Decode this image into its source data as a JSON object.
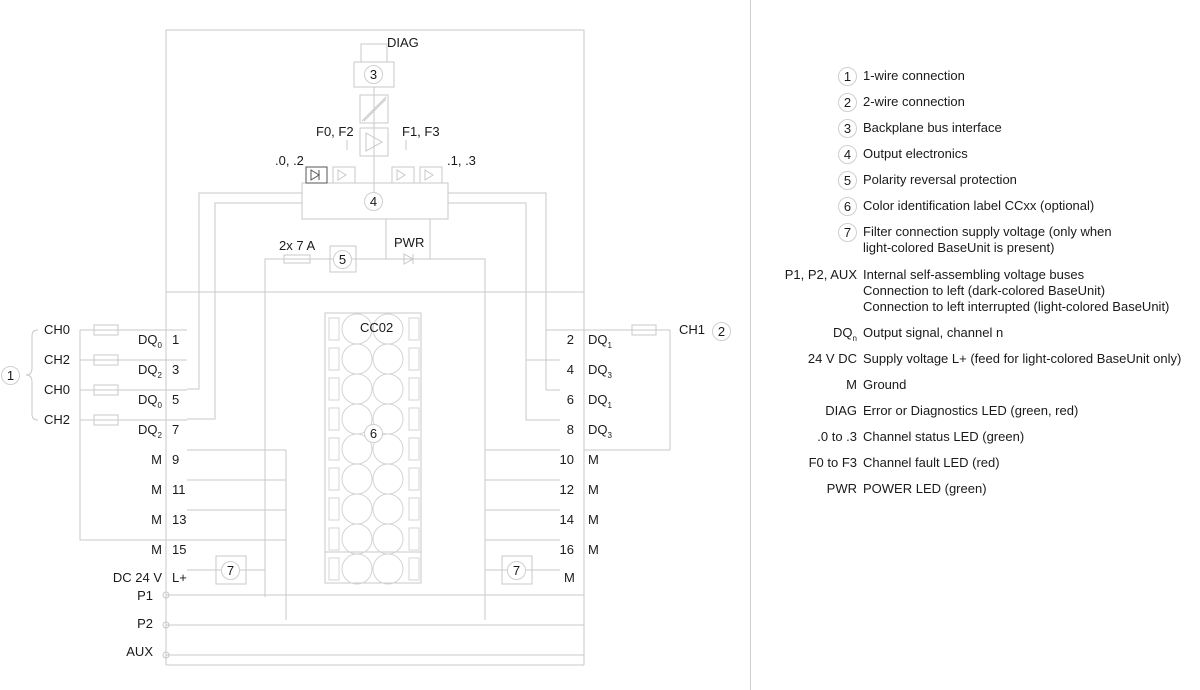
{
  "diagram": {
    "top": {
      "diag_label": "DIAG",
      "f_left_label": "F0, F2",
      "f_right_label": "F1, F3",
      "status_left_label": ".0, .2",
      "status_right_label": ".1, .3",
      "fuse_label": "2x 7 A",
      "pwr_label": "PWR",
      "color_label": "CC02"
    },
    "callouts": {
      "c1": "1",
      "c2": "2",
      "c3": "3",
      "c4": "4",
      "c5": "5",
      "c6": "6",
      "c7a": "7",
      "c7b": "7"
    },
    "left_channels": [
      "CH0",
      "CH2",
      "CH0",
      "CH2"
    ],
    "right_channel": "CH1",
    "left_terminals": [
      {
        "sig": "DQ",
        "sub": "0",
        "pin": "1"
      },
      {
        "sig": "DQ",
        "sub": "2",
        "pin": "3"
      },
      {
        "sig": "DQ",
        "sub": "0",
        "pin": "5"
      },
      {
        "sig": "DQ",
        "sub": "2",
        "pin": "7"
      },
      {
        "sig": "M",
        "sub": "",
        "pin": "9"
      },
      {
        "sig": "M",
        "sub": "",
        "pin": "11"
      },
      {
        "sig": "M",
        "sub": "",
        "pin": "13"
      },
      {
        "sig": "M",
        "sub": "",
        "pin": "15"
      },
      {
        "sig": "DC 24 V",
        "sub": "",
        "pin": "L+"
      }
    ],
    "right_terminals": [
      {
        "sig": "DQ",
        "sub": "1",
        "pin": "2"
      },
      {
        "sig": "DQ",
        "sub": "3",
        "pin": "4"
      },
      {
        "sig": "DQ",
        "sub": "1",
        "pin": "6"
      },
      {
        "sig": "DQ",
        "sub": "3",
        "pin": "8"
      },
      {
        "sig": "M",
        "sub": "",
        "pin": "10"
      },
      {
        "sig": "M",
        "sub": "",
        "pin": "12"
      },
      {
        "sig": "M",
        "sub": "",
        "pin": "14"
      },
      {
        "sig": "M",
        "sub": "",
        "pin": "16"
      },
      {
        "sig": "M",
        "sub": "",
        "pin": ""
      }
    ],
    "buses": [
      "P1",
      "P2",
      "AUX"
    ]
  },
  "legend": {
    "numbered": [
      {
        "num": "1",
        "text": "1-wire connection"
      },
      {
        "num": "2",
        "text": "2-wire connection"
      },
      {
        "num": "3",
        "text": "Backplane bus interface"
      },
      {
        "num": "4",
        "text": "Output electronics"
      },
      {
        "num": "5",
        "text": "Polarity reversal protection"
      },
      {
        "num": "6",
        "text": "Color identification label CCxx (optional)"
      },
      {
        "num": "7",
        "text": "Filter connection supply voltage (only when",
        "text2": "light-colored BaseUnit is present)"
      }
    ],
    "abbrev": [
      {
        "key": "P1, P2, AUX",
        "lines": [
          "Internal self-assembling voltage buses",
          "Connection to left (dark-colored BaseUnit)",
          "Connection to left interrupted (light-colored BaseUnit)"
        ]
      },
      {
        "key": "DQ",
        "key_sub": "n",
        "lines": [
          "Output signal, channel n"
        ]
      },
      {
        "key": "24 V DC",
        "lines": [
          "Supply voltage L+ (feed for light-colored BaseUnit only)"
        ]
      },
      {
        "key": "M",
        "lines": [
          "Ground"
        ]
      },
      {
        "key": "DIAG",
        "lines": [
          "Error or Diagnostics LED (green, red)"
        ]
      },
      {
        "key": ".0 to .3",
        "lines": [
          "Channel status LED (green)"
        ]
      },
      {
        "key": "F0 to F3",
        "lines": [
          "Channel fault LED (red)"
        ]
      },
      {
        "key": "PWR",
        "lines": [
          "POWER LED (green)"
        ]
      }
    ]
  }
}
